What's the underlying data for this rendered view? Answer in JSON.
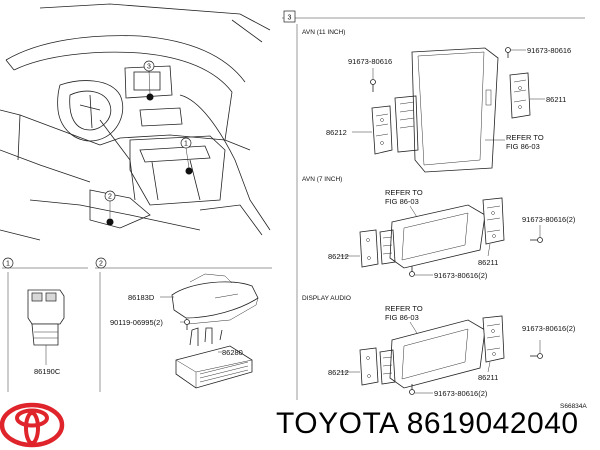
{
  "callouts": {
    "c1": "1",
    "c2": "2",
    "c3": "3"
  },
  "section3": {
    "avn11_title": "AVN (11 INCH)",
    "avn7_title": "AVN (7 INCH)",
    "display_audio_title": "DISPLAY AUDIO"
  },
  "parts": {
    "p91673_a": "91673-80616",
    "p91673_b": "91673-80616",
    "p86211_a": "86211",
    "p86212_a": "86212",
    "refer_a_1": "REFER TO",
    "refer_a_2": "FIG 86-03",
    "refer_b_1": "REFER TO",
    "refer_b_2": "FIG 86-03",
    "p91673_c": "91673-80616(2)",
    "p86212_b": "86212",
    "p86211_b": "86211",
    "p91673_d": "91673-80616(2)",
    "refer_c_1": "REFER TO",
    "refer_c_2": "FIG 86-03",
    "p91673_e": "91673-80616(2)",
    "p86212_c": "86212",
    "p86211_c": "86211",
    "p91673_f": "91673-80616(2)",
    "p86183D": "86183D",
    "p90119": "90119-06995(2)",
    "p86280": "86280",
    "p86190C": "86190C",
    "ref_code": "S66834A"
  },
  "brand": {
    "logo_name": "toyota-logo",
    "footer_text": "TOYOTA 8619042040"
  },
  "colors": {
    "logo_red": "#e0242b",
    "line": "#222222"
  }
}
